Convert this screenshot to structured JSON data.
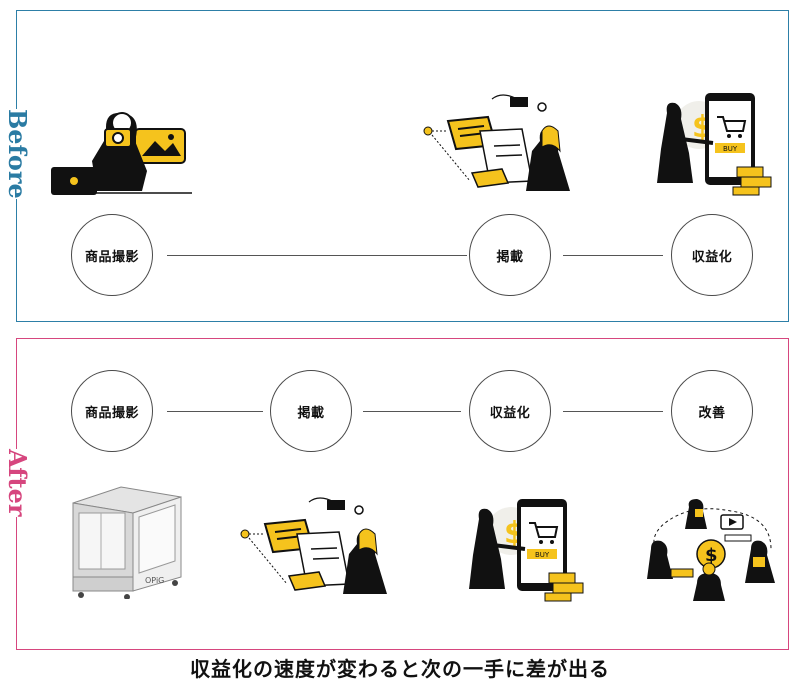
{
  "before": {
    "label": "Before",
    "steps": [
      "商品撮影",
      "掲載",
      "収益化"
    ]
  },
  "after": {
    "label": "After",
    "steps": [
      "商品撮影",
      "掲載",
      "収益化",
      "改善"
    ],
    "machine_brand": "OPiG"
  },
  "store_button": "BUY",
  "caption": "収益化の速度が変わると次の一手に差が出る",
  "colors": {
    "before": "#2a7ba3",
    "after": "#d6467e",
    "accent": "#f5c31d"
  }
}
